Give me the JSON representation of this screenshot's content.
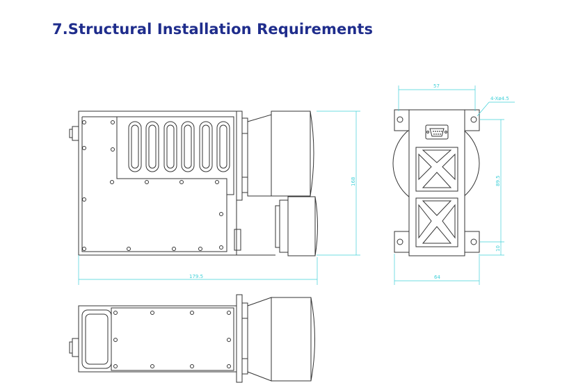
{
  "heading": "7.Structural Installation Requirements",
  "dimensions": {
    "side_length": "179.5",
    "side_height": "168",
    "front_width_top": "57",
    "front_holes": "4-Xø4.5",
    "front_hole_spacing": "89.5",
    "front_bottom_offset": "10",
    "front_width_bottom": "64"
  }
}
